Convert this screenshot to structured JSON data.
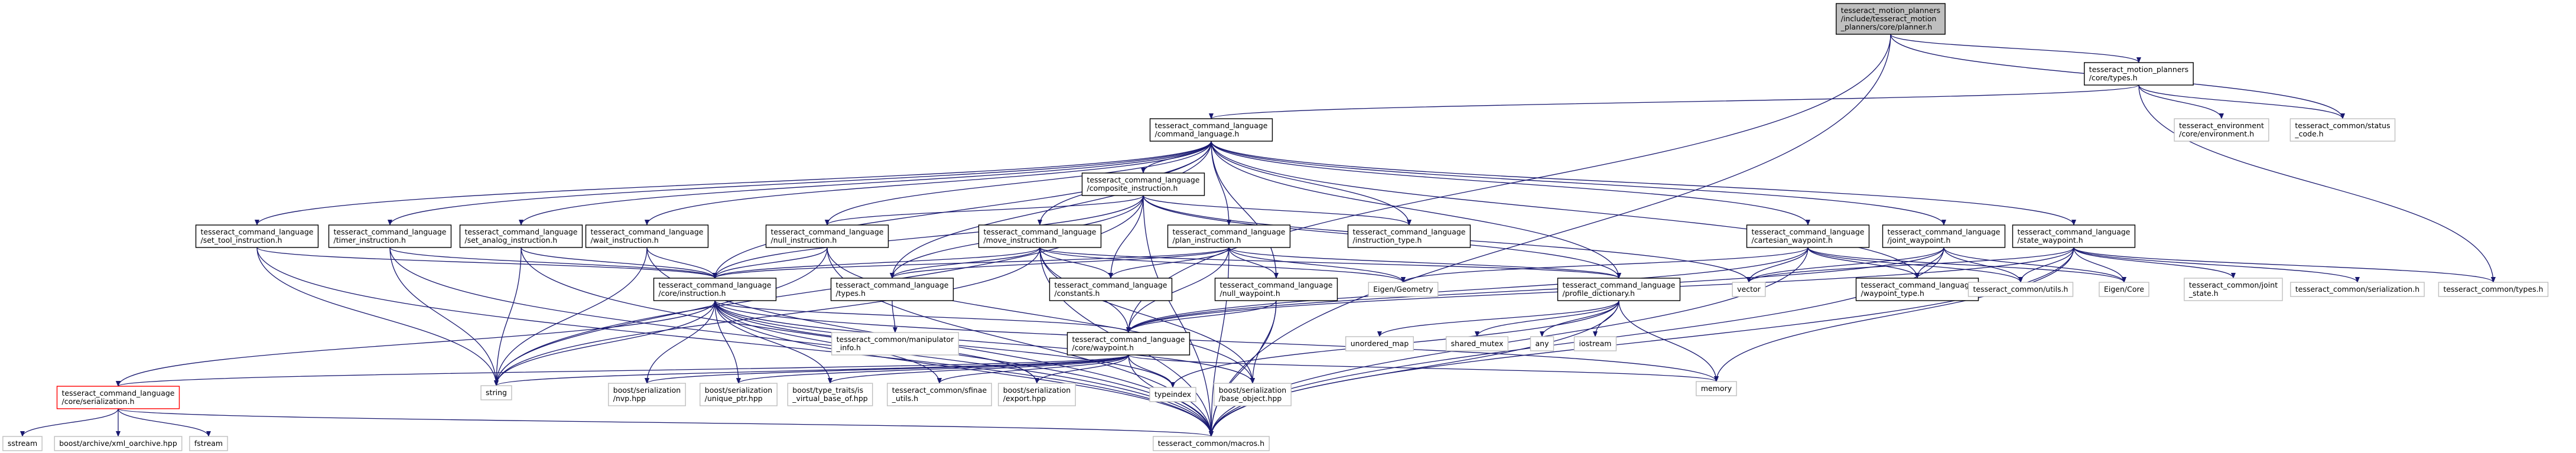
{
  "colors": {
    "edge": "#191970",
    "edge_dark": "#63b8ff",
    "node_border": "#000000",
    "node_border_missing": "#bfbfbf",
    "node_border_error": "#ff0000",
    "root_fill": "#bfbfbf",
    "text": "#000000"
  },
  "nodes": [
    {
      "id": "planner",
      "lines": [
        "tesseract_motion_planners",
        "/include/tesseract_motion",
        "_planners/core/planner.h"
      ],
      "kind": "root"
    },
    {
      "id": "types_mp",
      "lines": [
        "tesseract_motion_planners",
        "/core/types.h"
      ],
      "kind": "file"
    },
    {
      "id": "command_language",
      "lines": [
        "tesseract_command_language",
        "/command_language.h"
      ],
      "kind": "file"
    },
    {
      "id": "env_env",
      "lines": [
        "tesseract_environment",
        "/core/environment.h"
      ],
      "kind": "missing"
    },
    {
      "id": "status_code",
      "lines": [
        "tesseract_common/status",
        "_code.h"
      ],
      "kind": "missing"
    },
    {
      "id": "composite_instruction",
      "lines": [
        "tesseract_command_language",
        "/composite_instruction.h"
      ],
      "kind": "file"
    },
    {
      "id": "set_tool",
      "lines": [
        "tesseract_command_language",
        "/set_tool_instruction.h"
      ],
      "kind": "file"
    },
    {
      "id": "timer",
      "lines": [
        "tesseract_command_language",
        "/timer_instruction.h"
      ],
      "kind": "file"
    },
    {
      "id": "set_analog",
      "lines": [
        "tesseract_command_language",
        "/set_analog_instruction.h"
      ],
      "kind": "file"
    },
    {
      "id": "wait",
      "lines": [
        "tesseract_command_language",
        "/wait_instruction.h"
      ],
      "kind": "file"
    },
    {
      "id": "null_instr",
      "lines": [
        "tesseract_command_language",
        "/null_instruction.h"
      ],
      "kind": "file"
    },
    {
      "id": "move",
      "lines": [
        "tesseract_command_language",
        "/move_instruction.h"
      ],
      "kind": "file"
    },
    {
      "id": "plan",
      "lines": [
        "tesseract_command_language",
        "/plan_instruction.h"
      ],
      "kind": "file"
    },
    {
      "id": "instruction_type",
      "lines": [
        "tesseract_command_language",
        "/instruction_type.h"
      ],
      "kind": "file"
    },
    {
      "id": "cartesian",
      "lines": [
        "tesseract_command_language",
        "/cartesian_waypoint.h"
      ],
      "kind": "file"
    },
    {
      "id": "joint",
      "lines": [
        "tesseract_command_language",
        "/joint_waypoint.h"
      ],
      "kind": "file"
    },
    {
      "id": "state",
      "lines": [
        "tesseract_command_language",
        "/state_waypoint.h"
      ],
      "kind": "file"
    },
    {
      "id": "core_instruction",
      "lines": [
        "tesseract_command_language",
        "/core/instruction.h"
      ],
      "kind": "file"
    },
    {
      "id": "cl_types",
      "lines": [
        "tesseract_command_language",
        "/types.h"
      ],
      "kind": "file"
    },
    {
      "id": "constants",
      "lines": [
        "tesseract_command_language",
        "/constants.h"
      ],
      "kind": "file"
    },
    {
      "id": "null_waypoint",
      "lines": [
        "tesseract_command_language",
        "/null_waypoint.h"
      ],
      "kind": "file"
    },
    {
      "id": "eigen_geom",
      "lines": [
        "Eigen/Geometry"
      ],
      "kind": "missing"
    },
    {
      "id": "profile_dict",
      "lines": [
        "tesseract_command_language",
        "/profile_dictionary.h"
      ],
      "kind": "file"
    },
    {
      "id": "vector",
      "lines": [
        "vector"
      ],
      "kind": "missing"
    },
    {
      "id": "waypoint_type",
      "lines": [
        "tesseract_command_language",
        "/waypoint_type.h"
      ],
      "kind": "file"
    },
    {
      "id": "common_utils",
      "lines": [
        "tesseract_common/utils.h"
      ],
      "kind": "missing"
    },
    {
      "id": "eigen_core",
      "lines": [
        "Eigen/Core"
      ],
      "kind": "missing"
    },
    {
      "id": "joint_state",
      "lines": [
        "tesseract_common/joint",
        "_state.h"
      ],
      "kind": "missing"
    },
    {
      "id": "common_serialization",
      "lines": [
        "tesseract_common/serialization.h"
      ],
      "kind": "missing"
    },
    {
      "id": "common_types",
      "lines": [
        "tesseract_common/types.h"
      ],
      "kind": "missing"
    },
    {
      "id": "manipulator_info",
      "lines": [
        "tesseract_common/manipulator",
        "_info.h"
      ],
      "kind": "missing"
    },
    {
      "id": "core_waypoint",
      "lines": [
        "tesseract_command_language",
        "/core/waypoint.h"
      ],
      "kind": "file"
    },
    {
      "id": "unordered_map",
      "lines": [
        "unordered_map"
      ],
      "kind": "missing"
    },
    {
      "id": "shared_mutex",
      "lines": [
        "shared_mutex"
      ],
      "kind": "missing"
    },
    {
      "id": "any",
      "lines": [
        "any"
      ],
      "kind": "missing"
    },
    {
      "id": "iostream",
      "lines": [
        "iostream"
      ],
      "kind": "missing"
    },
    {
      "id": "core_serialization",
      "lines": [
        "tesseract_command_language",
        "/core/serialization.h"
      ],
      "kind": "error"
    },
    {
      "id": "string",
      "lines": [
        "string"
      ],
      "kind": "missing"
    },
    {
      "id": "nvp",
      "lines": [
        "boost/serialization",
        "/nvp.hpp"
      ],
      "kind": "missing"
    },
    {
      "id": "unique_ptr",
      "lines": [
        "boost/serialization",
        "/unique_ptr.hpp"
      ],
      "kind": "missing"
    },
    {
      "id": "virtual_base",
      "lines": [
        "boost/type_traits/is",
        "_virtual_base_of.hpp"
      ],
      "kind": "missing"
    },
    {
      "id": "sfinae",
      "lines": [
        "tesseract_common/sfinae",
        "_utils.h"
      ],
      "kind": "missing"
    },
    {
      "id": "export",
      "lines": [
        "boost/serialization",
        "/export.hpp"
      ],
      "kind": "missing"
    },
    {
      "id": "typeindex",
      "lines": [
        "typeindex"
      ],
      "kind": "missing"
    },
    {
      "id": "base_object",
      "lines": [
        "boost/serialization",
        "/base_object.hpp"
      ],
      "kind": "missing"
    },
    {
      "id": "memory",
      "lines": [
        "memory"
      ],
      "kind": "missing"
    },
    {
      "id": "sstream",
      "lines": [
        "sstream"
      ],
      "kind": "missing"
    },
    {
      "id": "xml_oarchive",
      "lines": [
        "boost/archive/xml_oarchive.hpp"
      ],
      "kind": "missing"
    },
    {
      "id": "fstream",
      "lines": [
        "fstream"
      ],
      "kind": "missing"
    },
    {
      "id": "macros",
      "lines": [
        "tesseract_common/macros.h"
      ],
      "kind": "missing"
    }
  ],
  "edges": [
    [
      "planner",
      "types_mp"
    ],
    [
      "planner",
      "status_code"
    ],
    [
      "planner",
      "macros"
    ],
    [
      "planner",
      "core_waypoint"
    ],
    [
      "types_mp",
      "command_language"
    ],
    [
      "types_mp",
      "env_env"
    ],
    [
      "types_mp",
      "status_code"
    ],
    [
      "types_mp",
      "common_types"
    ],
    [
      "command_language",
      "composite_instruction"
    ],
    [
      "command_language",
      "set_tool"
    ],
    [
      "command_language",
      "timer"
    ],
    [
      "command_language",
      "set_analog"
    ],
    [
      "command_language",
      "wait"
    ],
    [
      "command_language",
      "null_instr"
    ],
    [
      "command_language",
      "move"
    ],
    [
      "command_language",
      "plan"
    ],
    [
      "command_language",
      "instruction_type"
    ],
    [
      "command_language",
      "cartesian"
    ],
    [
      "command_language",
      "joint"
    ],
    [
      "command_language",
      "state"
    ],
    [
      "command_language",
      "cl_types"
    ],
    [
      "command_language",
      "null_waypoint"
    ],
    [
      "command_language",
      "profile_dict"
    ],
    [
      "command_language",
      "waypoint_type"
    ],
    [
      "command_language",
      "core_instruction"
    ],
    [
      "composite_instruction",
      "core_instruction"
    ],
    [
      "composite_instruction",
      "null_instr"
    ],
    [
      "composite_instruction",
      "instruction_type"
    ],
    [
      "composite_instruction",
      "constants"
    ],
    [
      "composite_instruction",
      "cl_types"
    ],
    [
      "composite_instruction",
      "profile_dict"
    ],
    [
      "composite_instruction",
      "vector"
    ],
    [
      "composite_instruction",
      "string"
    ],
    [
      "composite_instruction",
      "macros"
    ],
    [
      "set_tool",
      "core_instruction"
    ],
    [
      "set_tool",
      "string"
    ],
    [
      "set_tool",
      "macros"
    ],
    [
      "timer",
      "core_instruction"
    ],
    [
      "timer",
      "string"
    ],
    [
      "timer",
      "macros"
    ],
    [
      "set_analog",
      "core_instruction"
    ],
    [
      "set_analog",
      "string"
    ],
    [
      "set_analog",
      "macros"
    ],
    [
      "wait",
      "core_instruction"
    ],
    [
      "wait",
      "string"
    ],
    [
      "wait",
      "macros"
    ],
    [
      "null_instr",
      "core_instruction"
    ],
    [
      "null_instr",
      "string"
    ],
    [
      "null_instr",
      "macros"
    ],
    [
      "null_instr",
      "base_object"
    ],
    [
      "move",
      "core_instruction"
    ],
    [
      "move",
      "cl_types"
    ],
    [
      "move",
      "constants"
    ],
    [
      "move",
      "core_waypoint"
    ],
    [
      "move",
      "eigen_geom"
    ],
    [
      "move",
      "profile_dict"
    ],
    [
      "move",
      "macros"
    ],
    [
      "move",
      "base_object"
    ],
    [
      "move",
      "string"
    ],
    [
      "plan",
      "core_instruction"
    ],
    [
      "plan",
      "cl_types"
    ],
    [
      "plan",
      "constants"
    ],
    [
      "plan",
      "core_waypoint"
    ],
    [
      "plan",
      "eigen_geom"
    ],
    [
      "plan",
      "profile_dict"
    ],
    [
      "plan",
      "macros"
    ],
    [
      "plan",
      "null_waypoint"
    ],
    [
      "cartesian",
      "eigen_geom"
    ],
    [
      "cartesian",
      "core_waypoint"
    ],
    [
      "cartesian",
      "waypoint_type"
    ],
    [
      "cartesian",
      "common_utils"
    ],
    [
      "cartesian",
      "eigen_core"
    ],
    [
      "cartesian",
      "vector"
    ],
    [
      "cartesian",
      "macros"
    ],
    [
      "joint",
      "waypoint_type"
    ],
    [
      "joint",
      "common_utils"
    ],
    [
      "joint",
      "eigen_core"
    ],
    [
      "joint",
      "vector"
    ],
    [
      "joint",
      "core_waypoint"
    ],
    [
      "joint",
      "macros"
    ],
    [
      "state",
      "eigen_core"
    ],
    [
      "state",
      "common_utils"
    ],
    [
      "state",
      "joint_state"
    ],
    [
      "state",
      "common_serialization"
    ],
    [
      "state",
      "common_types"
    ],
    [
      "state",
      "core_waypoint"
    ],
    [
      "state",
      "vector"
    ],
    [
      "state",
      "memory"
    ],
    [
      "state",
      "macros"
    ],
    [
      "core_instruction",
      "core_serialization"
    ],
    [
      "core_instruction",
      "string"
    ],
    [
      "core_instruction",
      "nvp"
    ],
    [
      "core_instruction",
      "unique_ptr"
    ],
    [
      "core_instruction",
      "virtual_base"
    ],
    [
      "core_instruction",
      "sfinae"
    ],
    [
      "core_instruction",
      "export"
    ],
    [
      "core_instruction",
      "typeindex"
    ],
    [
      "core_instruction",
      "base_object"
    ],
    [
      "core_instruction",
      "memory"
    ],
    [
      "core_instruction",
      "macros"
    ],
    [
      "core_instruction",
      "core_waypoint"
    ],
    [
      "cl_types",
      "manipulator_info"
    ],
    [
      "null_waypoint",
      "core_waypoint"
    ],
    [
      "null_waypoint",
      "base_object"
    ],
    [
      "null_waypoint",
      "macros"
    ],
    [
      "profile_dict",
      "unordered_map"
    ],
    [
      "profile_dict",
      "shared_mutex"
    ],
    [
      "profile_dict",
      "any"
    ],
    [
      "profile_dict",
      "iostream"
    ],
    [
      "profile_dict",
      "typeindex"
    ],
    [
      "profile_dict",
      "memory"
    ],
    [
      "profile_dict",
      "macros"
    ],
    [
      "core_waypoint",
      "core_serialization"
    ],
    [
      "core_waypoint",
      "string"
    ],
    [
      "core_waypoint",
      "nvp"
    ],
    [
      "core_waypoint",
      "unique_ptr"
    ],
    [
      "core_waypoint",
      "virtual_base"
    ],
    [
      "core_waypoint",
      "sfinae"
    ],
    [
      "core_waypoint",
      "export"
    ],
    [
      "core_waypoint",
      "typeindex"
    ],
    [
      "core_waypoint",
      "memory"
    ],
    [
      "core_waypoint",
      "macros"
    ],
    [
      "core_serialization",
      "sstream"
    ],
    [
      "core_serialization",
      "xml_oarchive"
    ],
    [
      "core_serialization",
      "fstream"
    ],
    [
      "core_serialization",
      "macros"
    ]
  ]
}
